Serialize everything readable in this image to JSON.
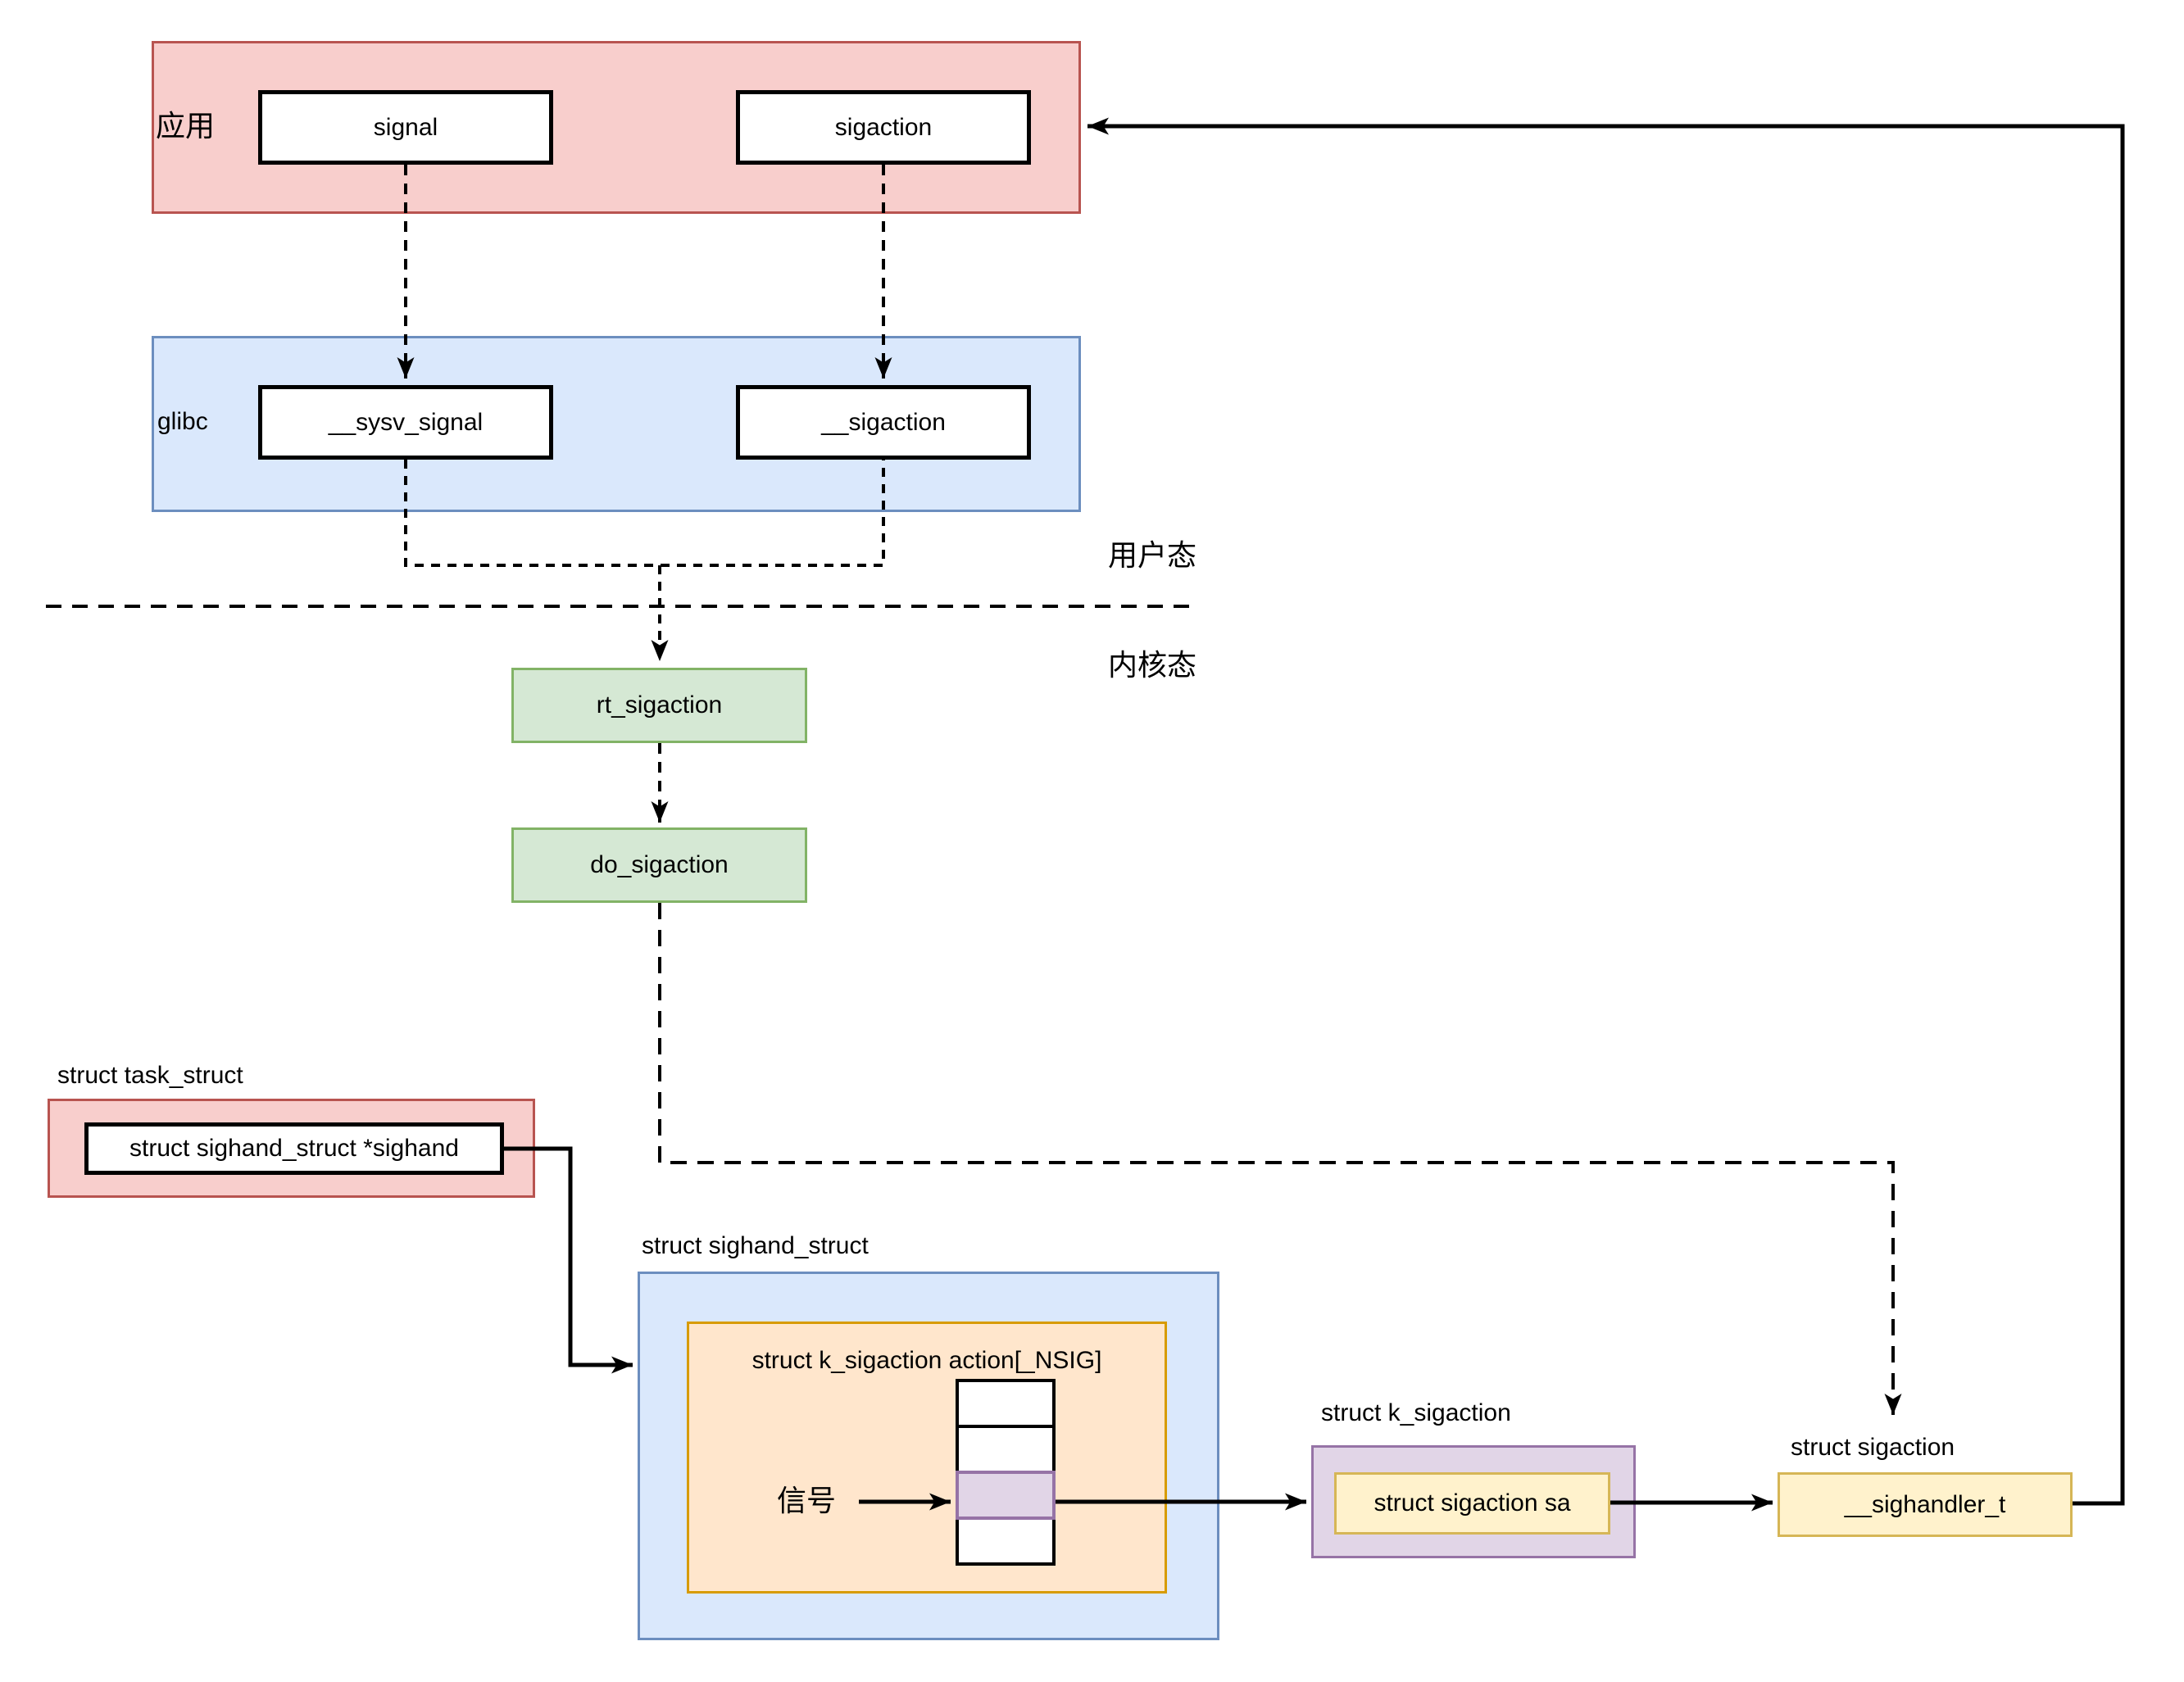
{
  "diagram": {
    "app_layer": {
      "label": "应用",
      "signal_node": "signal",
      "sigaction_node": "sigaction"
    },
    "glibc_layer": {
      "label": "glibc",
      "sysv_signal_node": "__sysv_signal",
      "sigaction_node": "__sigaction"
    },
    "modes": {
      "user_mode": "用户态",
      "kernel_mode": "内核态"
    },
    "kernel_nodes": {
      "rt_sigaction": "rt_sigaction",
      "do_sigaction": "do_sigaction"
    },
    "task_struct": {
      "title": "struct task_struct",
      "field": "struct sighand_struct *sighand"
    },
    "sighand_struct": {
      "title": "struct sighand_struct",
      "array_title": "struct k_sigaction action[_NSIG]",
      "signal_label": "信号"
    },
    "k_sigaction": {
      "title": "struct k_sigaction",
      "field": "struct sigaction sa"
    },
    "sigaction_struct": {
      "title": "struct sigaction",
      "field": "__sighandler_t"
    },
    "colors": {
      "red_fill": "#F8CECC",
      "red_stroke": "#B85450",
      "blue_fill": "#DAE8FC",
      "blue_stroke": "#6C8EBF",
      "green_fill": "#D5E8D4",
      "green_stroke": "#82B366",
      "orange_fill": "#FFE6CC",
      "orange_stroke": "#D79B00",
      "purple_fill": "#E1D5E7",
      "purple_stroke": "#9673A6",
      "yellow_fill": "#FFF2CC",
      "yellow_stroke": "#D6B656",
      "line": "#000000"
    }
  }
}
